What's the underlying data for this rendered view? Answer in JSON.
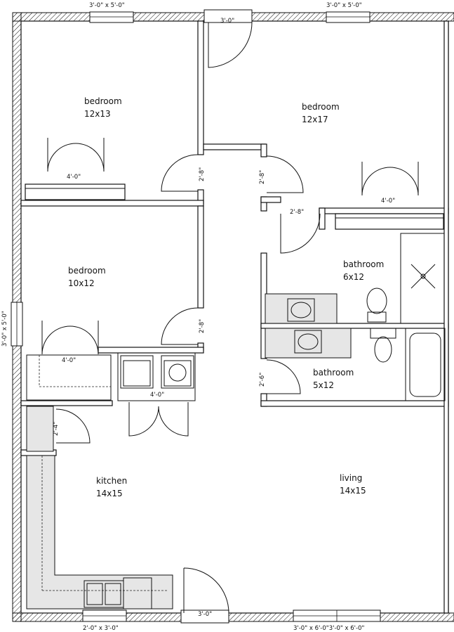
{
  "rooms": {
    "bedroom_top_left": {
      "name": "bedroom",
      "size": "12x13"
    },
    "bedroom_top_right": {
      "name": "bedroom",
      "size": "12x17"
    },
    "bedroom_mid_left": {
      "name": "bedroom",
      "size": "10x12"
    },
    "bathroom_upper": {
      "name": "bathroom",
      "size": "6x12"
    },
    "bathroom_lower": {
      "name": "bathroom",
      "size": "5x12"
    },
    "kitchen": {
      "name": "kitchen",
      "size": "14x15"
    },
    "living": {
      "name": "living",
      "size": "14x15"
    }
  },
  "dimensions": {
    "window_top_left": "3'-0\" x 5'-0\"",
    "window_top_right": "3'-0\" x 5'-0\"",
    "door_front_top": "3'-0\"",
    "closet_bed1": "4'-0\"",
    "door_bed1": "2'-8\"",
    "door_bed2": "2'-8\"",
    "door_bath_upper": "2'-8\"",
    "closet_bed2": "4'-0\"",
    "window_left": "3'-0\" x 5'-0\"",
    "door_bed3": "2'-8\"",
    "closet_bed3": "4'-0\"",
    "laundry_closet": "4'-0\"",
    "door_bath_lower": "2'-6\"",
    "pantry_door": "2'-4\"",
    "door_front_bottom": "3'-0\"",
    "window_kitchen": "2'-0\" x 3'-0\"",
    "window_living": "3'-0\" x 6'-0\"3'-0\" x 6'-0\""
  }
}
